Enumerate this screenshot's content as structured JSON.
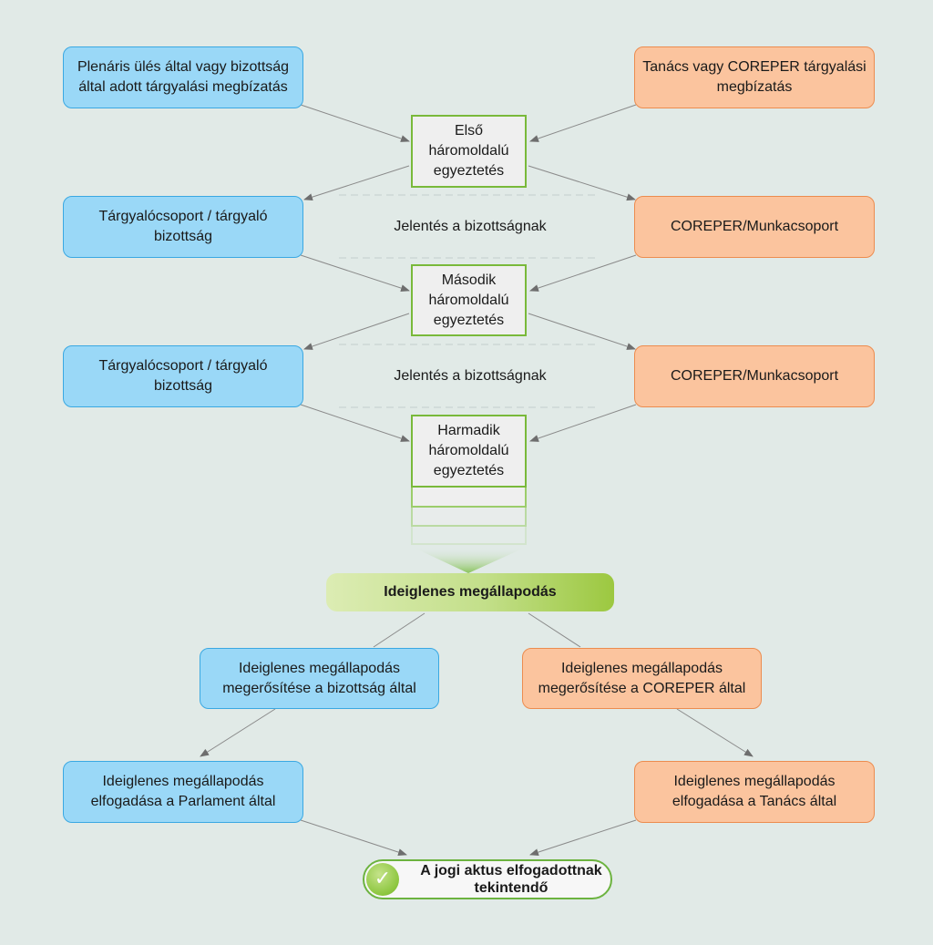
{
  "ep_mandate": "Plenáris ülés által vagy bizottság által adott tárgyalási megbízatás",
  "council_mandate": "Tanács vagy COREPER tárgyalási megbízatás",
  "trilogue_1": "Első háromoldalú egyeztetés",
  "trilogue_2": "Második háromoldalú egyeztetés",
  "trilogue_3": "Harmadik háromoldalú egyeztetés",
  "ep_team_1": "Tárgyalócsoport / tárgyaló bizottság",
  "ep_team_2": "Tárgyalócsoport / tárgyaló bizottság",
  "report_1": "Jelentés a bizottságnak",
  "report_2": "Jelentés a bizottságnak",
  "coreper_wg_1": "COREPER/Munkacsoport",
  "coreper_wg_2": "COREPER/Munkacsoport",
  "provisional_agreement": "Ideiglenes megállapodás",
  "ep_confirmation": "Ideiglenes megállapodás megerősítése a bizottság által",
  "coreper_confirmation": "Ideiglenes megállapodás megerősítése a COREPER által",
  "ep_adoption": "Ideiglenes megállapodás elfogadása a Parlament által",
  "council_adoption": "Ideiglenes megállapodás elfogadása a Tanács által",
  "final_result": "A jogi aktus elfogadottnak tekintendő",
  "colors": {
    "parliament": "#9ad8f7",
    "council": "#fbc49e",
    "trilogue_border": "#79b93a",
    "agreement": "#9cc840",
    "arrow": "#7a7a7a"
  },
  "icons": {
    "final": "check-icon"
  }
}
